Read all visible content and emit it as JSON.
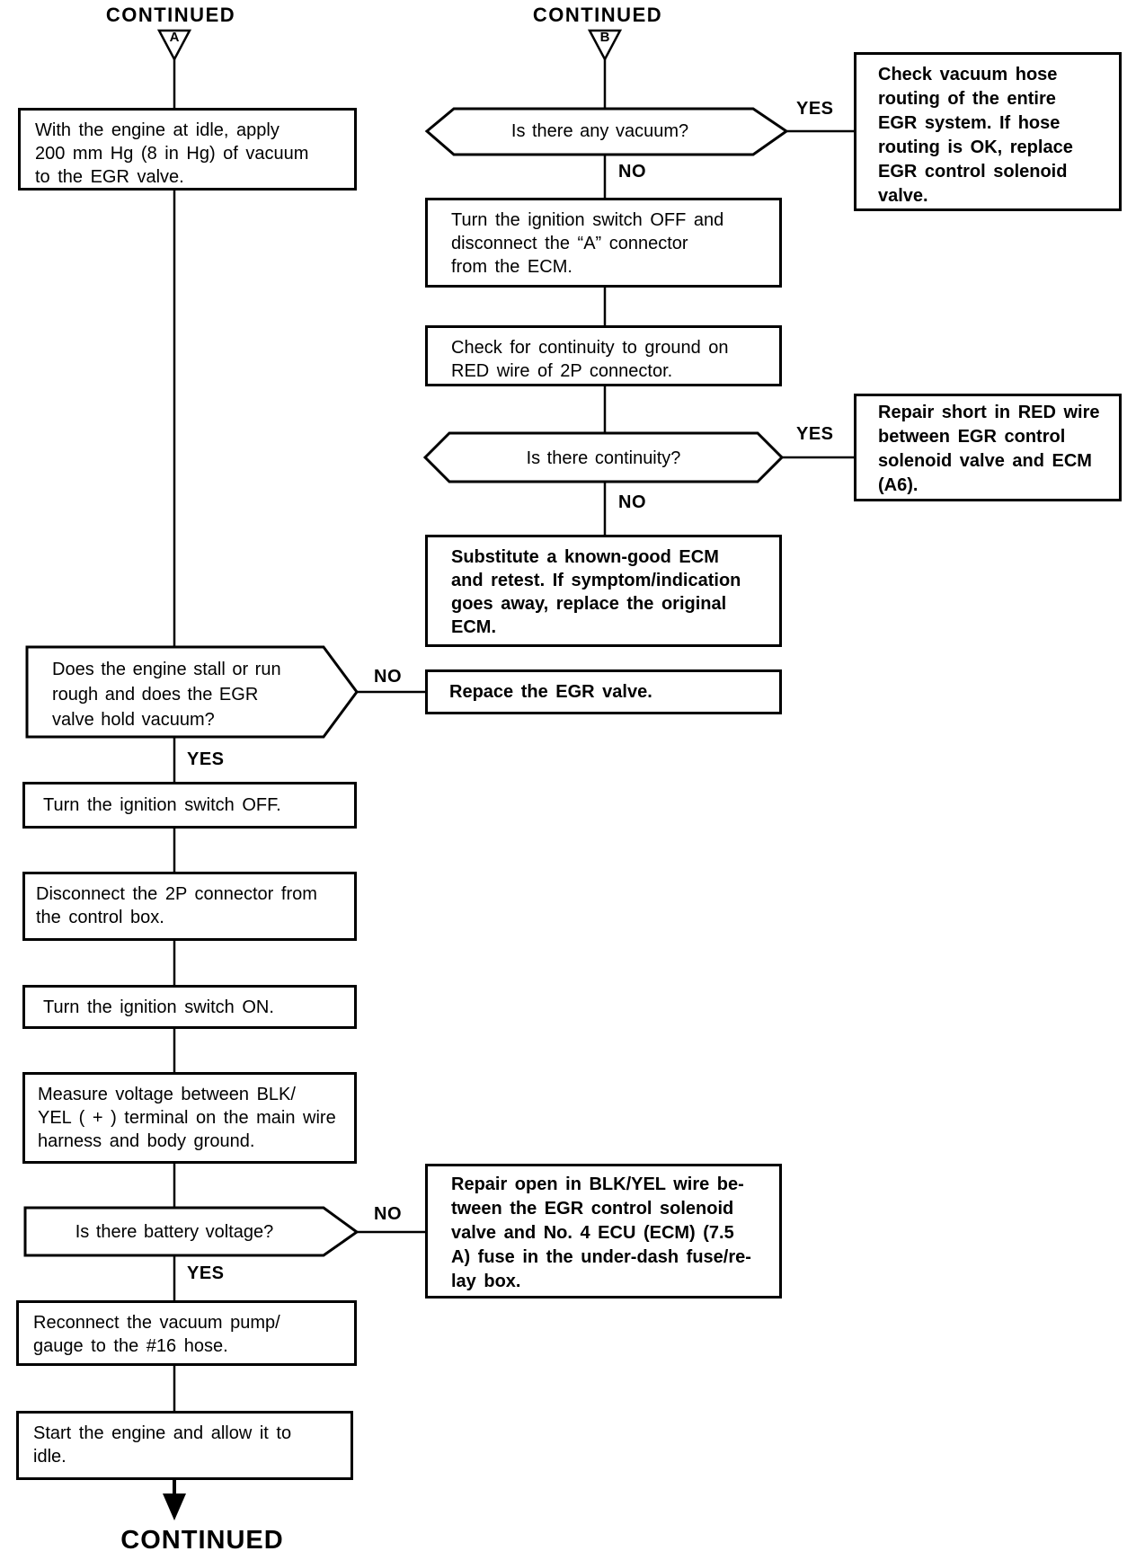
{
  "page": {
    "continued_top_left": "CONTINUED",
    "continued_top_right": "CONTINUED",
    "continued_bottom": "CONTINUED",
    "connector_a": "A",
    "connector_b": "B"
  },
  "labels": {
    "yes": "YES",
    "no": "NO"
  },
  "left_column": {
    "box_apply_vacuum": "With the engine at idle, apply\n200 mm Hg (8 in Hg) of vacuum\nto the EGR valve.",
    "decision_engine_stall": "Does the engine stall or run\nrough and does the EGR\nvalve hold vacuum?",
    "box_ignition_off": "Turn the ignition switch OFF.",
    "box_disconnect_2p": "Disconnect the 2P connector from\nthe control box.",
    "box_ignition_on": "Turn the ignition switch ON.",
    "box_measure_voltage": "Measure voltage between BLK/\nYEL ( + ) terminal on the main wire\nharness and body ground.",
    "decision_battery_voltage": "Is there battery voltage?",
    "box_reconnect_pump": "Reconnect the vacuum pump/\ngauge to the #16 hose.",
    "box_start_engine": "Start the engine and allow it to\nidle."
  },
  "right_column": {
    "decision_any_vacuum": "Is there any vacuum?",
    "box_check_hose_routing": "Check vacuum hose\nrouting of the entire\nEGR system. If hose\nrouting is OK, replace\nEGR control solenoid\nvalve.",
    "box_ignition_off_disconnect_a": "Turn the ignition switch OFF and\ndisconnect the “A” connector\nfrom the ECM.",
    "box_check_continuity": "Check for continuity to ground on\nRED wire of 2P connector.",
    "decision_continuity": "Is there continuity?",
    "box_repair_short": "Repair short in RED wire\nbetween EGR control\nsolenoid valve and ECM\n(A6).",
    "box_substitute_ecm": "Substitute a known-good ECM\nand retest. If symptom/indication\ngoes away, replace the original\nECM.",
    "box_replace_egr": "Repace the EGR valve.",
    "box_repair_open": "Repair open in BLK/YEL wire be-\ntween the EGR control solenoid\nvalve and No. 4 ECU (ECM) (7.5\nA) fuse in the under-dash fuse/re-\nlay box."
  }
}
